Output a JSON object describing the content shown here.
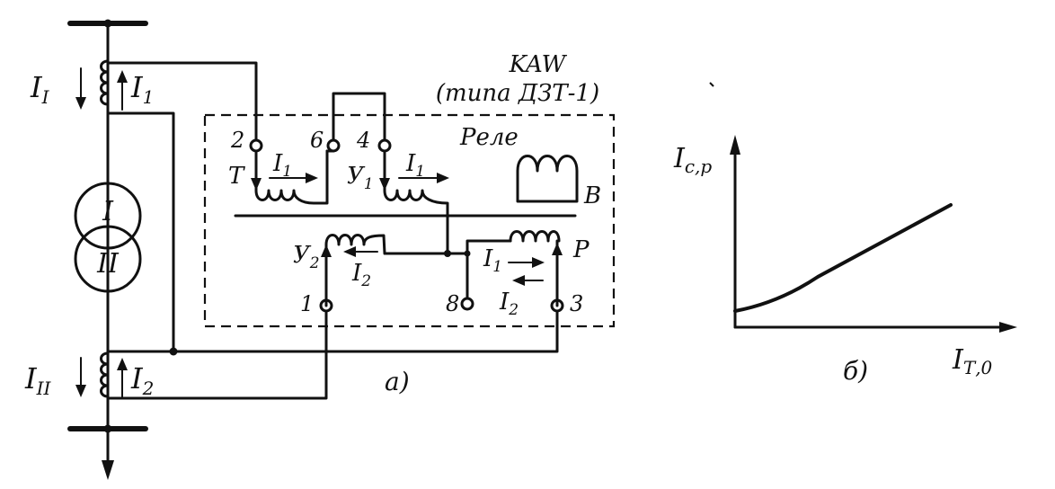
{
  "relay": {
    "name": "KAW",
    "type": "(типа ДЗТ-1)",
    "title": "Реле"
  },
  "transformer": {
    "winding_1": "I",
    "winding_2": "II"
  },
  "currents": {
    "primary_side_1": "I",
    "primary_side_1_sub": "I",
    "secondary_side_1": "I",
    "secondary_side_1_sub": "1",
    "primary_side_2": "I",
    "primary_side_2_sub": "II",
    "secondary_side_2": "I",
    "secondary_side_2_sub": "2"
  },
  "windings": {
    "brake": "Т",
    "equalizing_1": "У",
    "equalizing_1_sub": "1",
    "equalizing_2": "У",
    "equalizing_2_sub": "2",
    "working": "Р",
    "secondary": "В"
  },
  "coil_currents": {
    "brake_current": "I",
    "brake_current_sub": "1",
    "eq1_current": "I",
    "eq1_current_sub": "1",
    "eq2_current": "I",
    "eq2_current_sub": "2",
    "work_current_1": "I",
    "work_current_1_sub": "1",
    "work_current_2": "I",
    "work_current_2_sub": "2"
  },
  "terminals": [
    "2",
    "6",
    "4",
    "1",
    "8",
    "3"
  ],
  "captions": {
    "left": "а)",
    "right": "б)"
  },
  "chart": {
    "y_axis": "I",
    "y_axis_sub": "с,р",
    "x_axis": "I",
    "x_axis_sub": "Т,0"
  }
}
